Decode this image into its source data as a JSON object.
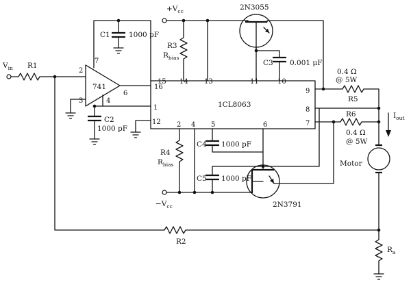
{
  "diagram": {
    "input": {
      "main": "V",
      "sub": "in"
    },
    "vcc_pos": {
      "main": "+V",
      "sub": "cc"
    },
    "vcc_neg": {
      "main": "−V",
      "sub": "cc"
    },
    "iout": {
      "main": "I",
      "sub": "out"
    },
    "opamp": {
      "label": "741"
    },
    "ic": {
      "label": "1CL8063"
    },
    "transistors": {
      "upper": "2N3055",
      "lower": "2N3791"
    },
    "resistors": {
      "R1": "R1",
      "R2": "R2",
      "R3": "R3",
      "R3_value": {
        "main": "R",
        "sub": "bias"
      },
      "R4": "R4",
      "R4_value": {
        "main": "R",
        "sub": "bias"
      },
      "R5": "R5",
      "R5_value": "0.4 Ω",
      "R5_rating": "@ 5W",
      "R6": "R6",
      "R6_value": "0.4 Ω",
      "R6_rating": "@ 5W",
      "Ra": {
        "main": "R",
        "sub": "a"
      }
    },
    "capacitors": {
      "C1": "C1",
      "C1_value": "1000 pF",
      "C2": "C2",
      "C2_value": "1000 pF",
      "C3": "C3",
      "C3_value": "0.001 μF",
      "C4": "C4",
      "C4_value": "1000 pF",
      "C5": "C5",
      "C5_value": "1000 pF"
    },
    "motor": {
      "label": "Motor"
    },
    "opamp_pins": {
      "p2": "2",
      "p3": "3",
      "p4": "4",
      "p6": "6",
      "p7": "7"
    },
    "ic_pins": {
      "p1": "1",
      "p2": "2",
      "p4": "4",
      "p5": "5",
      "p6": "6",
      "p7": "7",
      "p8": "8",
      "p9": "9",
      "p10": "10",
      "p11": "11",
      "p12": "12",
      "p13": "13",
      "p14": "14",
      "p15": "15",
      "p16": "16"
    }
  }
}
